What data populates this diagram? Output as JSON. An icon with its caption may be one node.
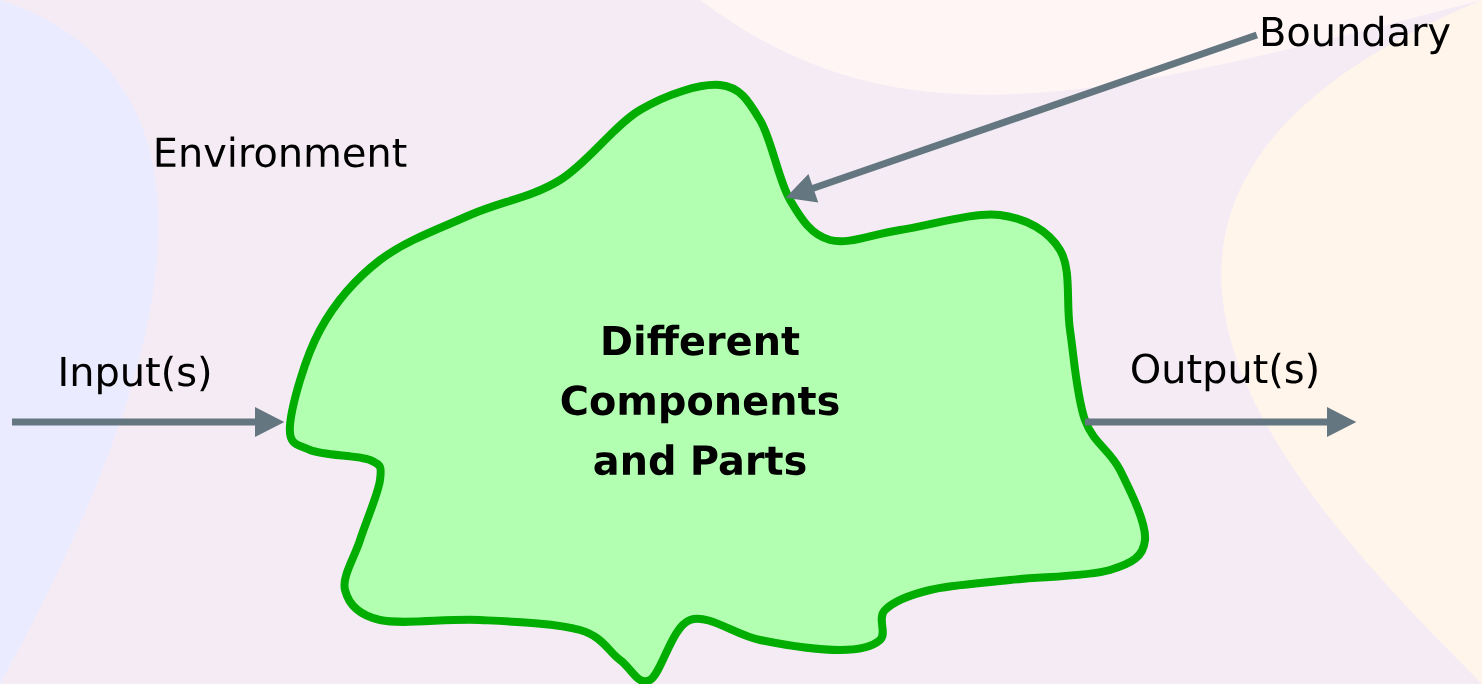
{
  "diagram": {
    "nodes": [
      {
        "text": [
          "Different Components and Parts"
        ]
      },
      {
        "text": [
          "Boundary"
        ]
      }
    ],
    "edges": [
      {
        "from": null,
        "to": 0,
        "arrow": "to",
        "label": "Input(s)"
      },
      {
        "from": 0,
        "to": null,
        "arrow": "to",
        "label": "Output(s)"
      },
      {
        "from": 1,
        "to": 0,
        "arrow": "to"
      }
    ],
    "labels": [
      "Environment"
    ]
  }
}
